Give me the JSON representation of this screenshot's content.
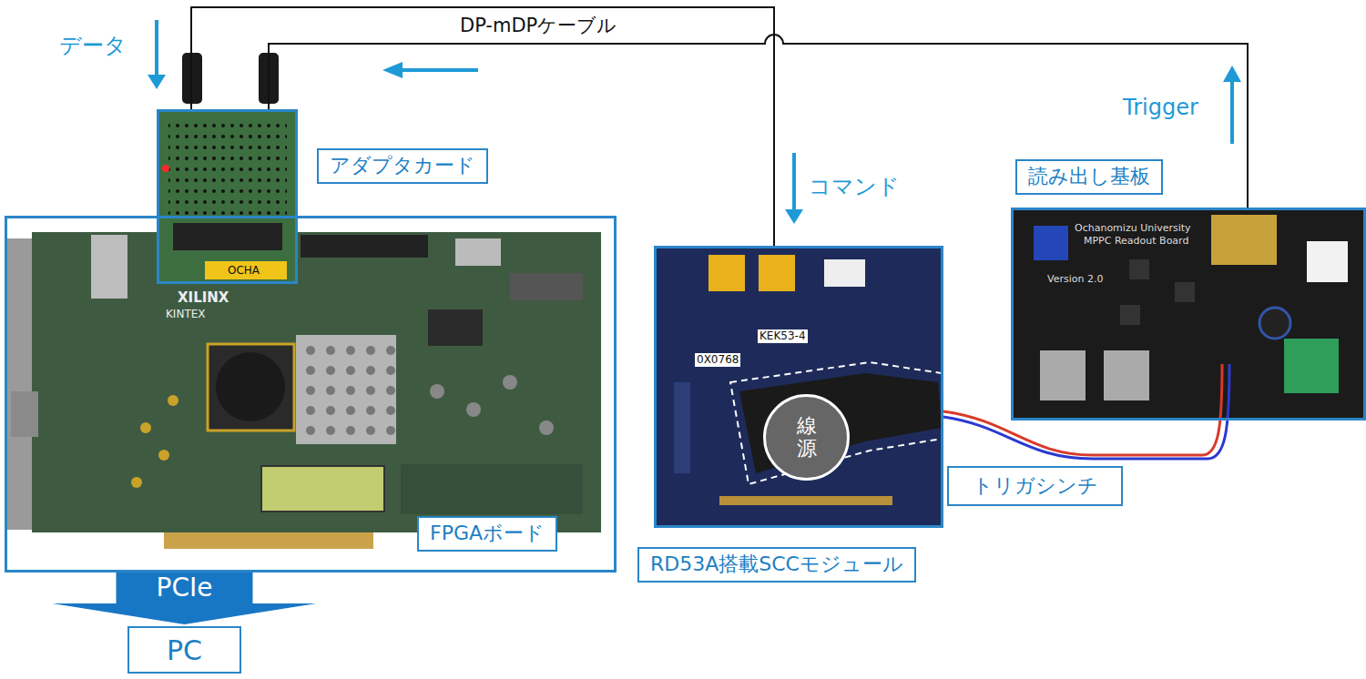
{
  "diagram": {
    "nodes": [
      {
        "text": [
          "FPGAボード"
        ]
      },
      {
        "text": [
          "アダプタカード"
        ]
      },
      {
        "text": [
          "RD53A搭載SCCモジュール"
        ]
      },
      {
        "text": [
          "線源"
        ],
        "in": 2
      },
      {
        "text": [
          "読み出し基板"
        ]
      },
      {
        "text": [
          "トリガシンチ"
        ]
      },
      {
        "text": [
          "PC"
        ]
      }
    ],
    "edges": [
      {
        "from": 1,
        "to": 2,
        "arrow": "none"
      },
      {
        "from": 1,
        "to": 4,
        "arrow": "none"
      },
      {
        "from": 0,
        "to": 6,
        "arrow": "to",
        "label": "PCIe"
      }
    ],
    "labels": [
      "データ",
      "DP-mDPケーブル",
      "コマンド",
      "Trigger",
      "XILINX",
      "KINTEX",
      "OCHA",
      "0X0768",
      "KEK53-4",
      "Ochanomizu University",
      "MPPC Readout Board",
      "Version 2.0"
    ]
  }
}
